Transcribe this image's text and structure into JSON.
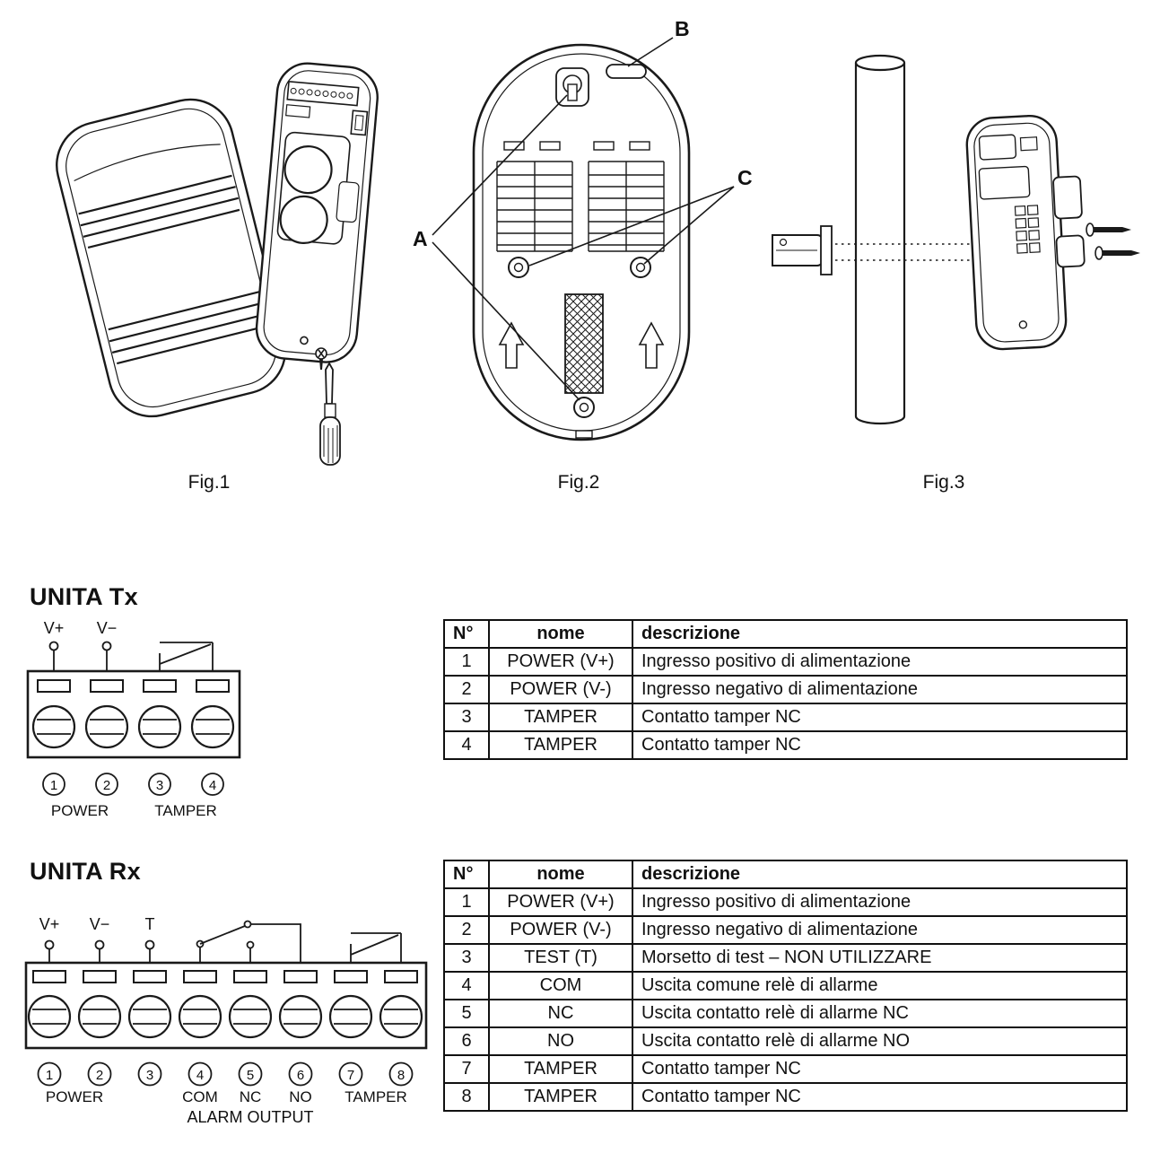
{
  "figures": {
    "fig1": {
      "caption": "Fig.1"
    },
    "fig2": {
      "caption": "Fig.2",
      "labels": {
        "a": "A",
        "b": "B",
        "c": "C"
      }
    },
    "fig3": {
      "caption": "Fig.3"
    }
  },
  "tx": {
    "title": "UNITA Tx",
    "diagram": {
      "top_labels": [
        "V+",
        "V−"
      ],
      "numbers": [
        "1",
        "2",
        "3",
        "4"
      ],
      "bottom_labels": [
        "POWER",
        "TAMPER"
      ]
    },
    "table": {
      "headers": [
        "N°",
        "nome",
        "descrizione"
      ],
      "rows": [
        {
          "n": "1",
          "nome": "POWER (V+)",
          "descrizione": "Ingresso positivo di alimentazione"
        },
        {
          "n": "2",
          "nome": "POWER (V-)",
          "descrizione": "Ingresso negativo di alimentazione"
        },
        {
          "n": "3",
          "nome": "TAMPER",
          "descrizione": "Contatto tamper NC"
        },
        {
          "n": "4",
          "nome": "TAMPER",
          "descrizione": "Contatto tamper NC"
        }
      ]
    }
  },
  "rx": {
    "title": "UNITA Rx",
    "diagram": {
      "top_labels": [
        "V+",
        "V−",
        "T"
      ],
      "numbers": [
        "1",
        "2",
        "3",
        "4",
        "5",
        "6",
        "7",
        "8"
      ],
      "bottom_labels": [
        "POWER",
        "COM",
        "NC",
        "NO",
        "TAMPER"
      ],
      "alarm_output_label": "ALARM OUTPUT"
    },
    "table": {
      "headers": [
        "N°",
        "nome",
        "descrizione"
      ],
      "rows": [
        {
          "n": "1",
          "nome": "POWER (V+)",
          "descrizione": "Ingresso positivo di alimentazione"
        },
        {
          "n": "2",
          "nome": "POWER (V-)",
          "descrizione": "Ingresso negativo di alimentazione"
        },
        {
          "n": "3",
          "nome": "TEST (T)",
          "descrizione": "Morsetto di test – NON UTILIZZARE"
        },
        {
          "n": "4",
          "nome": "COM",
          "descrizione": "Uscita comune relè di allarme"
        },
        {
          "n": "5",
          "nome": "NC",
          "descrizione": "Uscita contatto relè di allarme NC"
        },
        {
          "n": "6",
          "nome": "NO",
          "descrizione": "Uscita contatto relè di allarme NO"
        },
        {
          "n": "7",
          "nome": "TAMPER",
          "descrizione": "Contatto tamper NC"
        },
        {
          "n": "8",
          "nome": "TAMPER",
          "descrizione": "Contatto tamper NC"
        }
      ]
    }
  }
}
